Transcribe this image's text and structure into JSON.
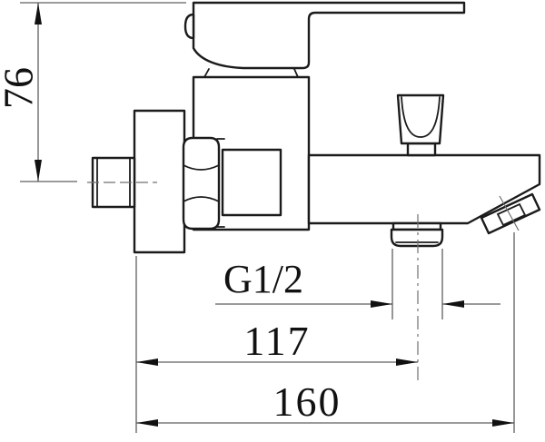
{
  "drawing": {
    "type": "technical-drawing",
    "subject": "wall-mounted single-lever bath-shower mixer, side view with installation dimensions",
    "units": "mm",
    "dimensions": {
      "height_label": "76",
      "thread_label": "G1/2",
      "offset_label": "117",
      "length_label": "160"
    },
    "colors": {
      "outline": "#1b1b1b",
      "dimension_line": "#5f5f5f",
      "text": "#111111",
      "background": "#ffffff"
    }
  }
}
